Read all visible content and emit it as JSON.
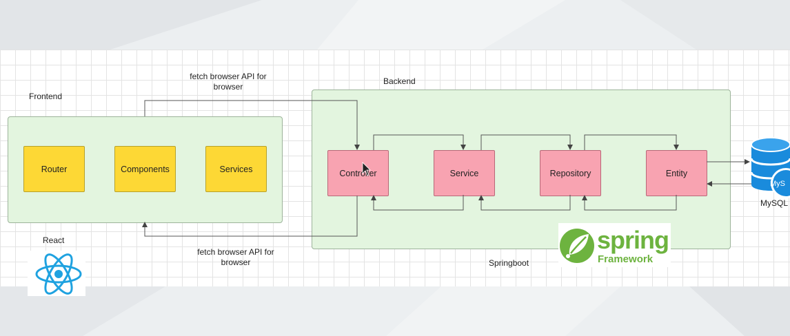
{
  "frontend": {
    "title": "Frontend",
    "framework": "React",
    "modules": [
      "Router",
      "Components",
      "Services"
    ]
  },
  "backend": {
    "title": "Backend",
    "framework": "Springboot",
    "layers": [
      "Controller",
      "Service",
      "Repository",
      "Entity"
    ]
  },
  "database": {
    "label": "MySQL",
    "logo_text": "MyS"
  },
  "connections": {
    "request_label": "fetch browser API for browser",
    "response_label": "fetch browser API for browser"
  },
  "logos": {
    "spring_word": "spring",
    "spring_subword": "Framework"
  },
  "colors": {
    "module_fill": "#fdd835",
    "layer_fill": "#f8a3b1",
    "container_fill": "#e3f5df",
    "spring_green": "#6db33f",
    "react_blue": "#1fa2e0",
    "mysql_blue": "#1a8bdc"
  },
  "icons": [
    "react-logo-icon",
    "spring-leaf-icon",
    "database-icon"
  ]
}
